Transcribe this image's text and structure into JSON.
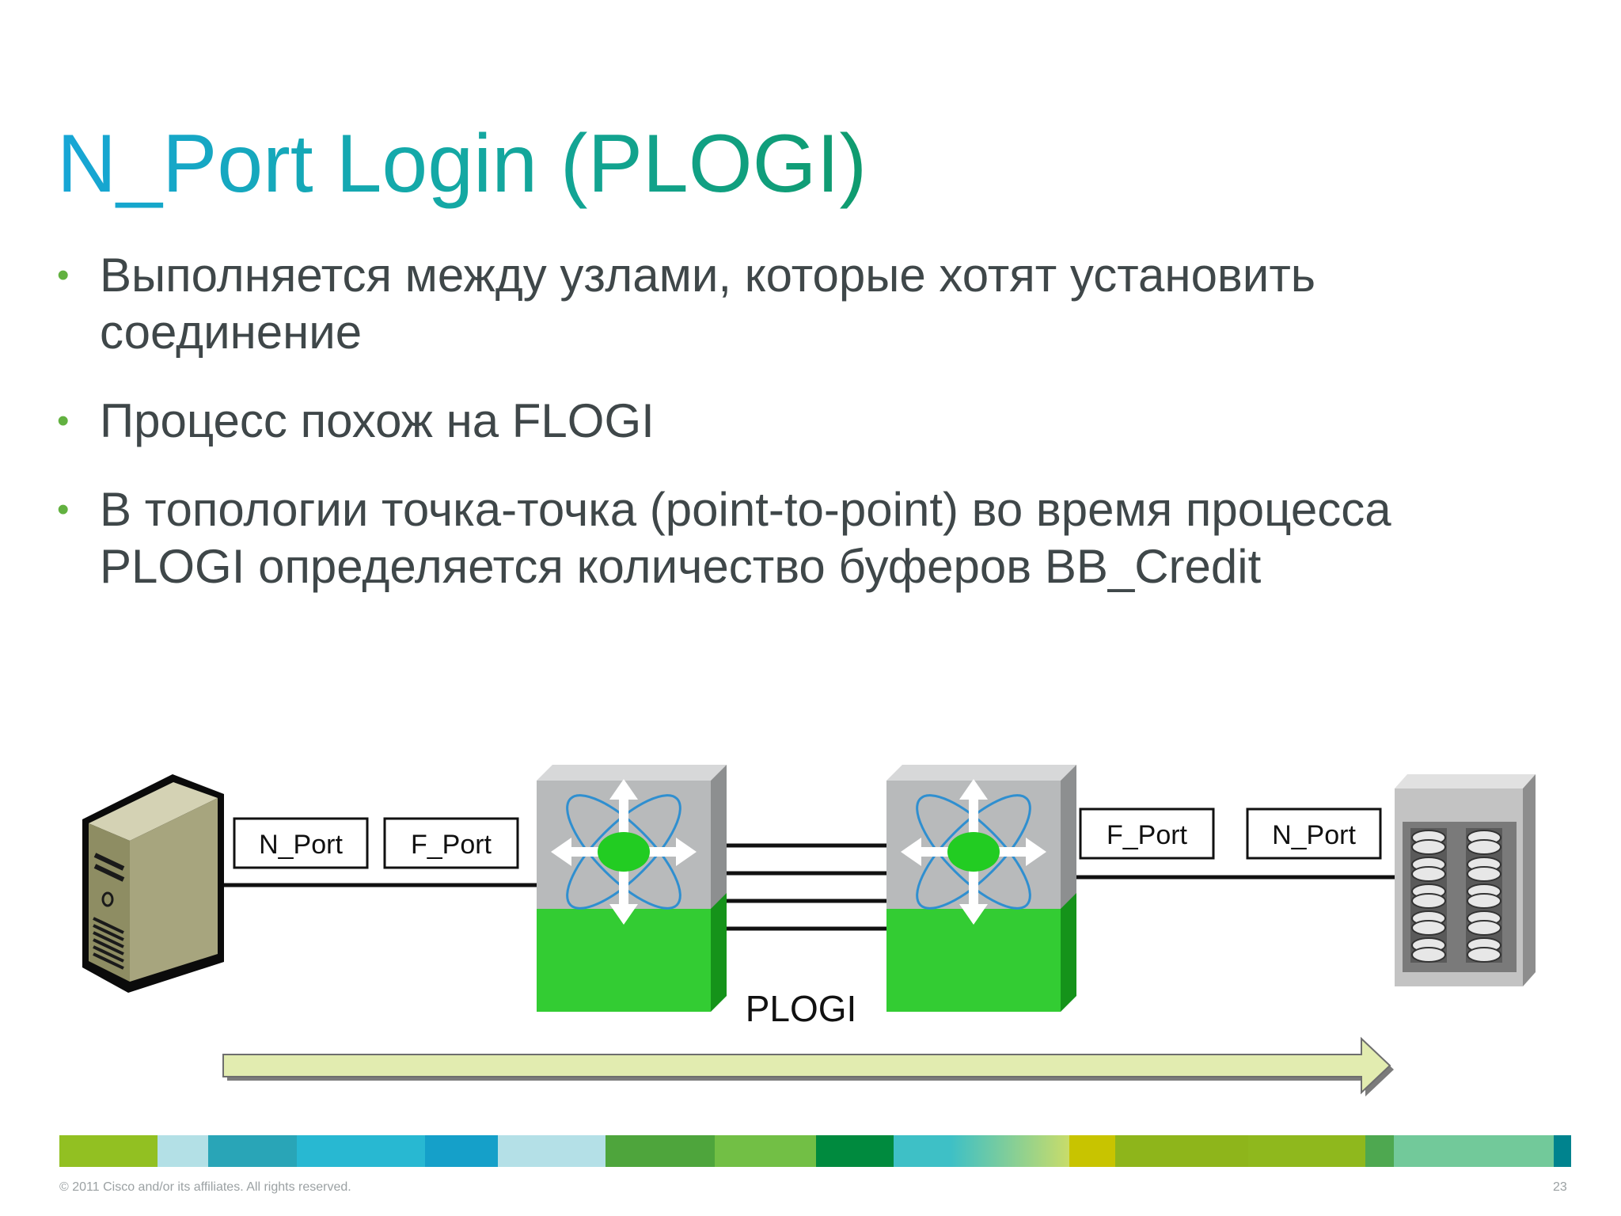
{
  "slide": {
    "title": "N_Port Login (PLOGI)",
    "bullets": [
      "Выполняется между узлами, которые хотят установить соединение",
      "Процесс похож на FLOGI",
      "В топологии точка-точка (point-to-point) во время процесса PLOGI определяется количество буферов BB_Credit"
    ],
    "bullet_marker": "•",
    "footer": "© 2011 Cisco and/or its affiliates. All rights reserved.",
    "page_number": "23"
  },
  "diagram": {
    "left_ports": [
      "N_Port",
      "F_Port"
    ],
    "right_ports": [
      "F_Port",
      "N_Port"
    ],
    "flow_label": "PLOGI",
    "icons": [
      "server-icon",
      "switch-icon",
      "switch-icon",
      "storage-array-icon"
    ],
    "isl_link_count": 4
  },
  "colors": {
    "title_start": "#17a6d6",
    "title_end": "#0f9b6e",
    "bullet_text": "#3f4749",
    "bullet_marker": "#62b140",
    "switch_top": "#b8babb",
    "switch_bottom": "#33cc33",
    "switch_hub": "#22cc22",
    "arrow_fill": "#e2ecb0",
    "server_body": "#8e8d63",
    "color_bar": [
      "#92c022",
      "#b3e0e6",
      "#29a5b7",
      "#28b8d2",
      "#15a0c9",
      "#b4e0e7",
      "#4ea53c",
      "#72bf45",
      "#008a3e",
      "#3ec0c6",
      "#c8dc6a",
      "#c8c400",
      "#8eb51b",
      "#8fb81d",
      "#4ea850",
      "#72c99a",
      "#00838e"
    ]
  }
}
